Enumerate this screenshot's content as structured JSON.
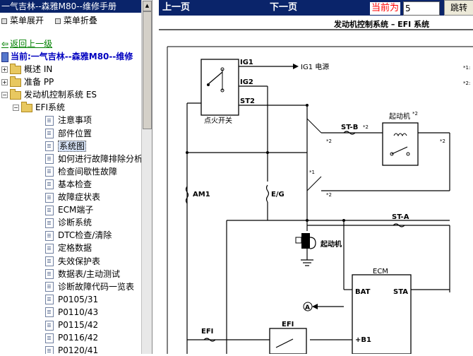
{
  "sidebar": {
    "title": "一气吉林--森雅M80--维修手册",
    "expand_label": "菜单展开",
    "collapse_label": "菜单折叠",
    "back_label": "返回上一级",
    "current_label": "当前:一气吉林--森雅M80--维修",
    "tree": [
      {
        "label": "概述 IN",
        "level": 0,
        "kind": "folder"
      },
      {
        "label": "准备 PP",
        "level": 0,
        "kind": "folder"
      },
      {
        "label": "发动机控制系统 ES",
        "level": 0,
        "kind": "folder"
      },
      {
        "label": "EFI系统",
        "level": 1,
        "kind": "folder"
      },
      {
        "label": "注意事项",
        "level": 2,
        "kind": "doc"
      },
      {
        "label": "部件位置",
        "level": 2,
        "kind": "doc"
      },
      {
        "label": "系统图",
        "level": 2,
        "kind": "doc",
        "selected": true
      },
      {
        "label": "如何进行故障排除分析",
        "level": 2,
        "kind": "doc"
      },
      {
        "label": "检查间歇性故障",
        "level": 2,
        "kind": "doc"
      },
      {
        "label": "基本检查",
        "level": 2,
        "kind": "doc"
      },
      {
        "label": "故障症状表",
        "level": 2,
        "kind": "doc"
      },
      {
        "label": "ECM端子",
        "level": 2,
        "kind": "doc"
      },
      {
        "label": "诊断系统",
        "level": 2,
        "kind": "doc"
      },
      {
        "label": "DTC检查/清除",
        "level": 2,
        "kind": "doc"
      },
      {
        "label": "定格数据",
        "level": 2,
        "kind": "doc"
      },
      {
        "label": "失效保护表",
        "level": 2,
        "kind": "doc"
      },
      {
        "label": "数据表/主动测试",
        "level": 2,
        "kind": "doc"
      },
      {
        "label": "诊断故障代码一览表",
        "level": 2,
        "kind": "doc"
      },
      {
        "label": "P0105/31",
        "level": 2,
        "kind": "doc"
      },
      {
        "label": "P0110/43",
        "level": 2,
        "kind": "doc"
      },
      {
        "label": "P0115/42",
        "level": 2,
        "kind": "doc"
      },
      {
        "label": "P0116/42",
        "level": 2,
        "kind": "doc"
      },
      {
        "label": "P0120/41",
        "level": 2,
        "kind": "doc"
      }
    ]
  },
  "toolbar": {
    "prev_label": "上一页",
    "next_label": "下一页",
    "current_page_label": "当前为",
    "current_page_value": "5",
    "jump_label": "跳转"
  },
  "diagram": {
    "header": "发动机控制系统 – EFI 系统",
    "ig_switch": "点火开关",
    "ig1": "IG1",
    "ig2": "IG2",
    "st2": "ST2",
    "ig1_power": "IG1 电源",
    "stb": "ST-B",
    "sta_fuse": "ST-A",
    "starter_relay": "起动机",
    "starter": "起动机",
    "am1": "AM1",
    "eg": "E/G",
    "ecm": "ECM",
    "bat": "BAT",
    "sta": "STA",
    "efi_fuse": "EFI",
    "efi_relay": "EFI",
    "b1": "+B1",
    "marker_a": "A",
    "note1": "*1:",
    "note2": "*2:",
    "star1": "*1",
    "star2": "*2"
  },
  "colors": {
    "title_bg": "#0a246a",
    "link_green": "#008000",
    "current_blue": "#0000c0",
    "page_label_red": "#ff0000"
  }
}
